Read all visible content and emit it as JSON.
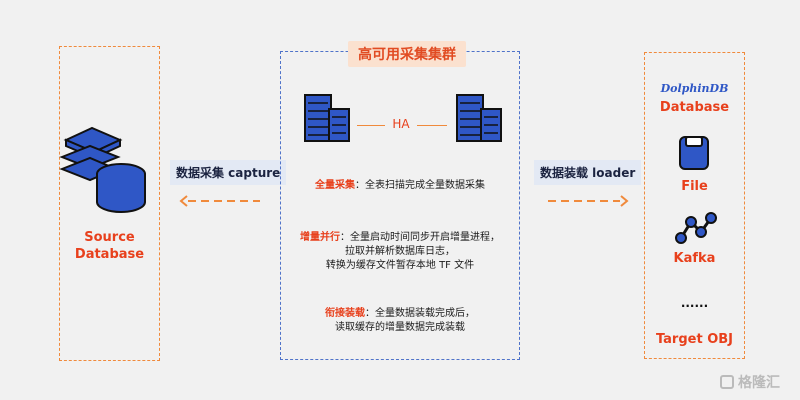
{
  "source": {
    "title_line1": "Source",
    "title_line2": "Database"
  },
  "cluster": {
    "title": "高可用采集集群",
    "ha_label": "HA",
    "full_collect_key": "全量采集",
    "full_collect_text": "：全表扫描完成全量数据采集",
    "incr_key": "增量并行",
    "incr_line1": "：全量启动时间同步开启增量进程，",
    "incr_line2": "拉取并解析数据库日志，",
    "incr_line3": "转换为缓存文件暂存本地 TF 文件",
    "connect_key": "衔接装载",
    "connect_line1": "：全量数据装载完成后，",
    "connect_line2": "读取缓存的增量数据完成装载"
  },
  "left_arrow_label": "数据采集 capture",
  "right_arrow_label": "数据装载 loader",
  "target": {
    "logo_text": "DolphinDB",
    "items": [
      "Database",
      "File",
      "Kafka",
      "......",
      "Target OBJ"
    ]
  },
  "watermark": "格隆汇",
  "colors": {
    "orange": "#f08a3c",
    "red": "#e8401c",
    "blue": "#2f57c6",
    "navy": "#1b2340"
  }
}
